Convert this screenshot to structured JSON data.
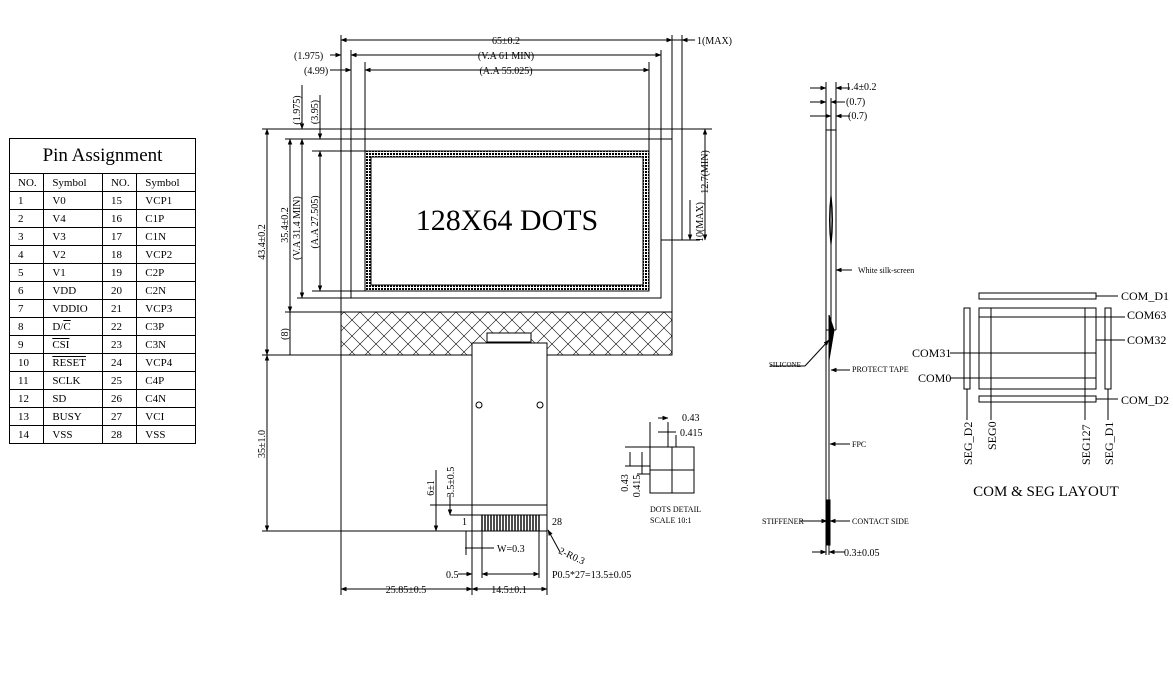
{
  "pin_table": {
    "title": "Pin Assignment",
    "headers": [
      "NO.",
      "Symbol",
      "NO.",
      "Symbol"
    ],
    "rows": [
      [
        "1",
        "V0",
        "15",
        "VCP1"
      ],
      [
        "2",
        "V4",
        "16",
        "C1P"
      ],
      [
        "3",
        "V3",
        "17",
        "C1N"
      ],
      [
        "4",
        "V2",
        "18",
        "VCP2"
      ],
      [
        "5",
        "V1",
        "19",
        "C2P"
      ],
      [
        "6",
        "VDD",
        "20",
        "C2N"
      ],
      [
        "7",
        "VDDIO",
        "21",
        "VCP3"
      ],
      [
        "8",
        "D/C",
        "22",
        "C3P"
      ],
      [
        "9",
        "CSI",
        "23",
        "C3N"
      ],
      [
        "10",
        "RESET",
        "24",
        "VCP4"
      ],
      [
        "11",
        "SCLK",
        "25",
        "C4P"
      ],
      [
        "12",
        "SD",
        "26",
        "C4N"
      ],
      [
        "13",
        "BUSY",
        "27",
        "VCI"
      ],
      [
        "14",
        "VSS",
        "28",
        "VSS"
      ]
    ]
  },
  "front_view": {
    "display_text": "128X64 DOTS",
    "dim_width": "65±0.2",
    "dim_va_width": "(V.A 61 MIN)",
    "dim_aa_width": "(A.A 55.025)",
    "dim_left_1": "(1.975)",
    "dim_left_2": "(4.99)",
    "dim_thick_max": "1(MAX)",
    "dim_top_1": "(1.975)",
    "dim_top_2": "(3.95)",
    "dim_height": "43.4±0.2",
    "dim_va_outer": "35.4±0.2",
    "dim_va_height": "(V.A 31.4 MIN)",
    "dim_aa_height": "(A.A 27.505)",
    "dim_bottom": "(8)",
    "dim_right_1": "12.7(MIN)",
    "dim_right_2": "10(MAX)",
    "dim_fpc_len": "35±1.0",
    "dim_6": "6±1",
    "dim_35": "3.5±0.5",
    "dim_w": "W=0.3",
    "dim_r": "2-R0.3",
    "dim_05": "0.5",
    "dim_pitch": "P0.5*27=13.5±0.05",
    "dim_left_offset": "25.85±0.5",
    "dim_fpc_width": "14.5±0.1",
    "pin_first": "1",
    "pin_last": "28"
  },
  "dots_detail": {
    "dim_a": "0.43",
    "dim_b": "0.415",
    "dim_c": "0.43",
    "dim_d": "0.415",
    "caption_1": "DOTS DETAIL",
    "caption_2": "SCALE 10:1"
  },
  "side_view": {
    "dim_thick": "1.4±0.2",
    "dim_07a": "(0.7)",
    "dim_07b": "(0.7)",
    "white_silk": "White silk-screen",
    "silicone": "SILICONE",
    "protect_tape": "PROTECT TAPE",
    "fpc": "FPC",
    "stiffener": "STIFFENER",
    "contact_side": "CONTACT SIDE",
    "dim_fpc_thick": "0.3±0.05"
  },
  "com_seg": {
    "title": "COM & SEG LAYOUT",
    "com_d1": "COM_D1",
    "com63": "COM63",
    "com32": "COM32",
    "com31": "COM31",
    "com0": "COM0",
    "com_d2": "COM_D2",
    "seg_d2": "SEG_D2",
    "seg0": "SEG0",
    "seg127": "SEG127",
    "seg_d1": "SEG_D1"
  }
}
